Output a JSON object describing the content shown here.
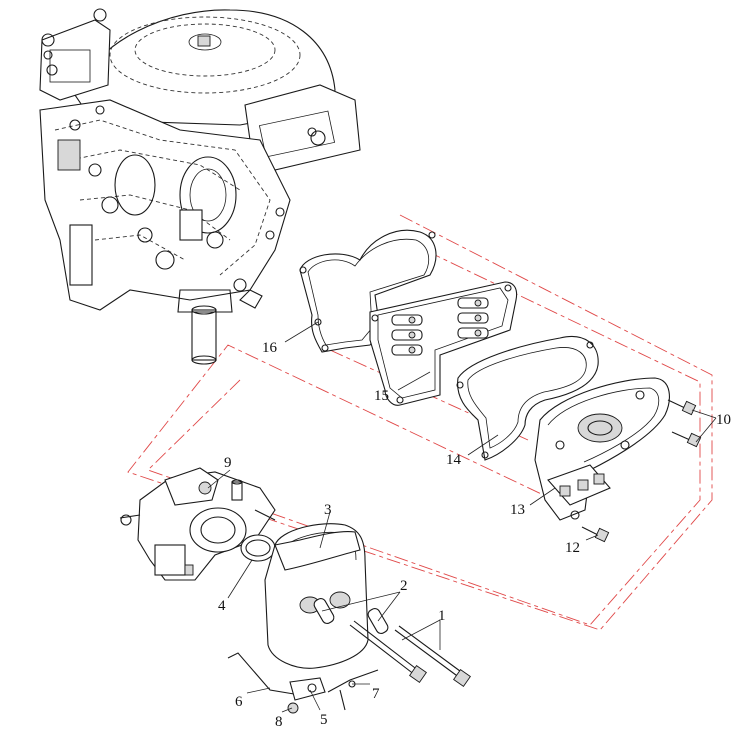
{
  "diagram": {
    "callouts": [
      {
        "id": "1",
        "label": "1"
      },
      {
        "id": "2",
        "label": "2"
      },
      {
        "id": "3",
        "label": "3"
      },
      {
        "id": "4",
        "label": "4"
      },
      {
        "id": "5",
        "label": "5"
      },
      {
        "id": "6",
        "label": "6"
      },
      {
        "id": "7",
        "label": "7"
      },
      {
        "id": "8",
        "label": "8"
      },
      {
        "id": "9",
        "label": "9"
      },
      {
        "id": "10",
        "label": "10"
      },
      {
        "id": "12",
        "label": "12"
      },
      {
        "id": "13",
        "label": "13"
      },
      {
        "id": "14",
        "label": "14"
      },
      {
        "id": "15",
        "label": "15"
      },
      {
        "id": "16",
        "label": "16"
      }
    ],
    "colors": {
      "line": "#1a1a1a",
      "assembly_path": "#e04848"
    }
  }
}
